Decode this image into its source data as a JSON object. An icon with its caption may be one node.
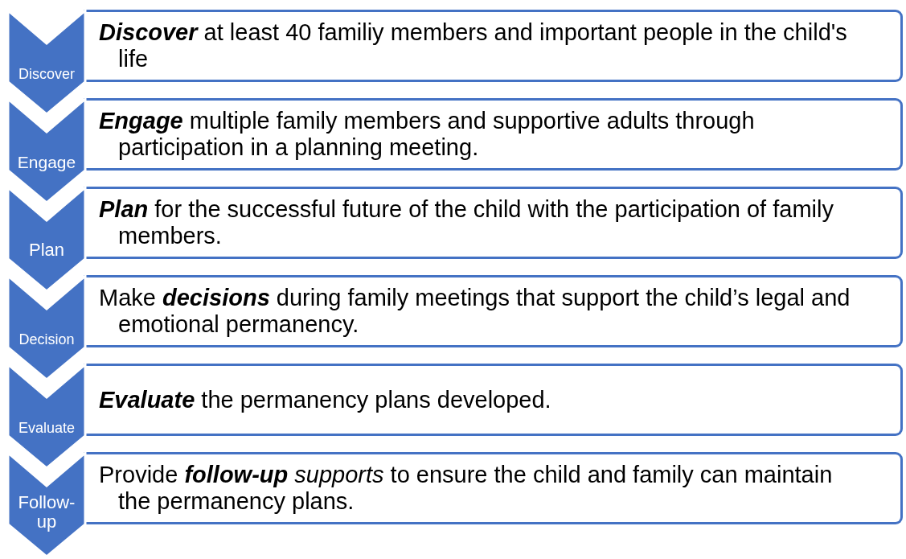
{
  "diagram": {
    "nodes": [
      {
        "text": [
          "Discover"
        ]
      },
      {
        "text": [
          "**Discover** at least 40 familiy members and important people in the child's life"
        ]
      },
      {
        "text": [
          "Engage"
        ]
      },
      {
        "text": [
          "**Engage** multiple family members and supportive adults through participation in a planning meeting."
        ]
      },
      {
        "text": [
          "Plan"
        ]
      },
      {
        "text": [
          "**Plan** for the successful future of the child with the participation of family members."
        ]
      },
      {
        "text": [
          "Decision"
        ]
      },
      {
        "text": [
          "Make **decisions** during family meetings that support the child’s legal and emotional permanency."
        ]
      },
      {
        "text": [
          "Evaluate"
        ]
      },
      {
        "text": [
          "**Evaluate** the permanency plans developed."
        ]
      },
      {
        "text": [
          "Follow-up"
        ]
      },
      {
        "text": [
          "Provide **follow-up** *supports* to ensure the child and family can maintain the permanency plans."
        ]
      }
    ]
  }
}
